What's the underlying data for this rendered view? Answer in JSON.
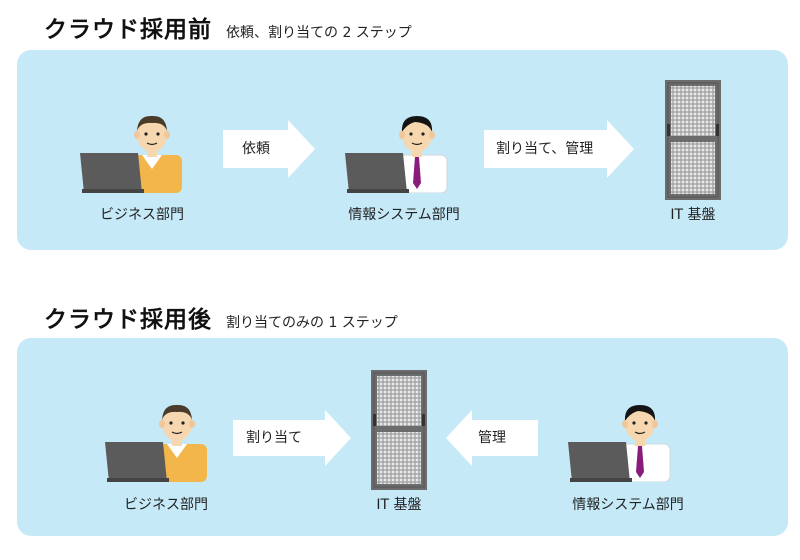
{
  "before": {
    "title": "クラウド採用前",
    "subtitle": "依頼、割り当ての 2 ステップ",
    "actors": {
      "business": "ビジネス部門",
      "is": "情報システム部門",
      "infra": "IT 基盤"
    },
    "arrows": {
      "request": "依頼",
      "assign_manage": "割り当て、管理"
    }
  },
  "after": {
    "title": "クラウド採用後",
    "subtitle": "割り当てのみの 1 ステップ",
    "actors": {
      "business": "ビジネス部門",
      "infra": "IT 基盤",
      "is": "情報システム部門"
    },
    "arrows": {
      "assign": "割り当て",
      "manage": "管理"
    }
  },
  "colors": {
    "panel": "#c6e9f8",
    "arrow": "#ffffff",
    "server": "#6c6c6c",
    "shirt_business": "#f3b64a",
    "tie_is": "#8a1c7c",
    "laptop": "#5b5b5b"
  },
  "icons": [
    "business-person-icon",
    "is-person-icon",
    "server-rack-icon",
    "arrow-right-icon",
    "arrow-left-icon"
  ]
}
